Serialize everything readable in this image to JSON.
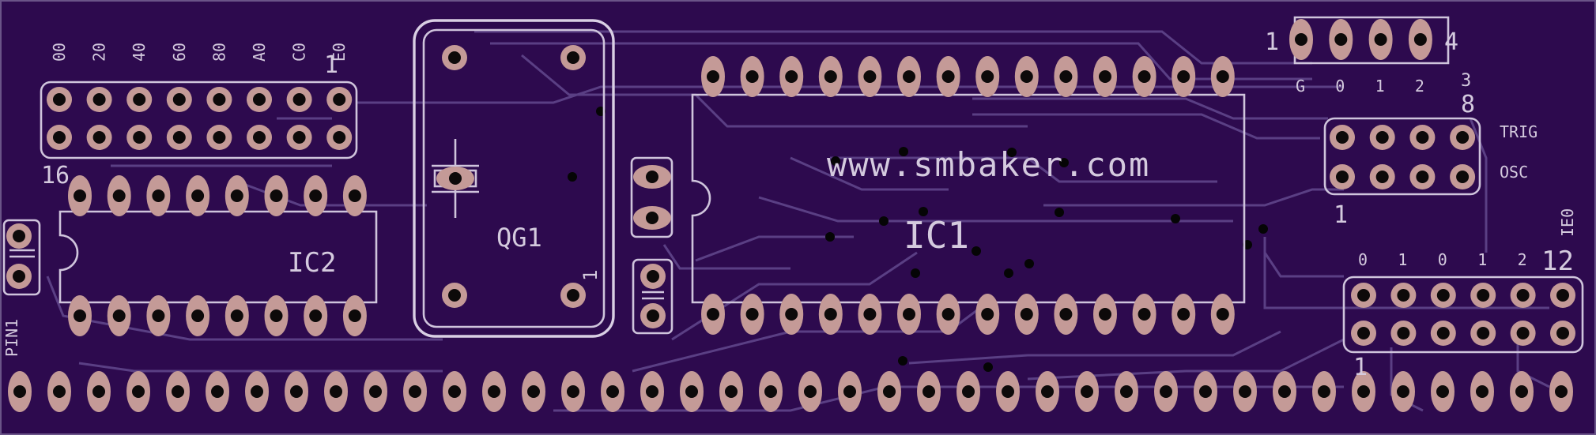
{
  "url_text": "www.smbaker.com",
  "ic1": {
    "name": "IC1"
  },
  "ic2": {
    "name": "IC2"
  },
  "crystal": {
    "name": "QG1",
    "pin1": "1"
  },
  "address_header": {
    "labels": [
      "00",
      "20",
      "40",
      "60",
      "80",
      "A0",
      "C0",
      "E0"
    ],
    "pin1": "1",
    "pin16": "16"
  },
  "top_header": {
    "left_num": "1",
    "right_num": "4",
    "labels": [
      "G",
      "0",
      "1",
      "2"
    ],
    "three": "3"
  },
  "trig_header": {
    "eight": "8",
    "one": "1",
    "trig": "TRIG",
    "osc": "OSC"
  },
  "right_header": {
    "labels": [
      "0",
      "1",
      "0",
      "1",
      "2"
    ],
    "twelve": "12",
    "ie0": "IE0",
    "one": "1"
  },
  "pin1_label": "PIN1",
  "colors": {
    "board": "#2d0a4e",
    "silkscreen": "#d4cade",
    "pad": "#c49a97",
    "trace": "#5a3f84"
  }
}
